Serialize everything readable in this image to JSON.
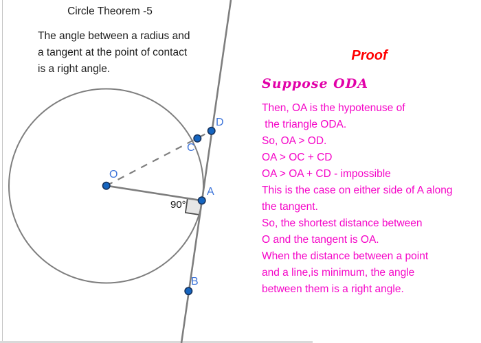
{
  "header": {
    "title": "Circle Theorem -5",
    "theorem_lines": [
      "The angle between a radius and",
      "a tangent at the point of contact",
      "is a right angle."
    ]
  },
  "proof": {
    "heading": "Proof",
    "subheading": "Suppose ODA",
    "lines": [
      "Then, OA is the hypotenuse of",
      " the triangle ODA.",
      "So, OA > OD.",
      "OA > OC + CD",
      "OA > OA + CD - impossible",
      "This is the case on either side of A along",
      "the tangent.",
      "So, the shortest distance between",
      "O and the tangent is OA.",
      "When the distance between a point",
      "and a line,is minimum, the angle",
      "between them is a right angle."
    ]
  },
  "diagram": {
    "point_labels": {
      "O": "O",
      "A": "A",
      "B": "B",
      "C": "C",
      "D": "D"
    },
    "angle_label": "90°",
    "colors": {
      "point_fill": "#1565C0",
      "point_stroke": "#16325C",
      "label_blue": "#3D74D9",
      "line_gray": "#7E7E7E",
      "right_angle_fill": "#E6E6E6",
      "right_angle_stroke": "#4A4A4A",
      "proof_heading_red": "#FF0000",
      "suppose_magenta": "#E100A8",
      "proof_text_magenta": "#F506C8"
    }
  }
}
